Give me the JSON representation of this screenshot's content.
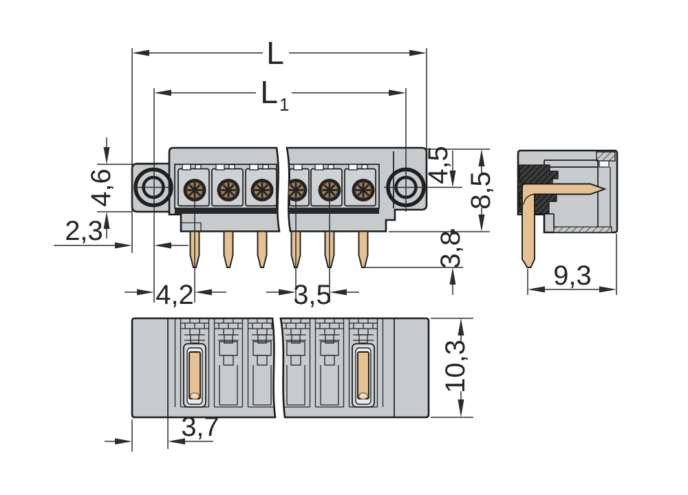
{
  "labels": {
    "overall_length": "L",
    "pin_row_length": "L",
    "pin_row_length_subscript": "1",
    "flange_thickness": "4,6",
    "edge_to_hole_center": "2,3",
    "hole_to_first_pin": "4,2",
    "pin_pitch": "3,5",
    "top_to_hole_center": "4,5",
    "housing_height": "8,5",
    "pin_protrusion": "3,8",
    "side_depth": "9,3",
    "bottom_height": "10,3",
    "edge_to_first_slot": "3,7"
  },
  "colors": {
    "housing_gray": "#c7cbce",
    "pin_gold": "#e6c191",
    "insert_dark": "#3c3a3b",
    "line": "#1c1c1c"
  }
}
